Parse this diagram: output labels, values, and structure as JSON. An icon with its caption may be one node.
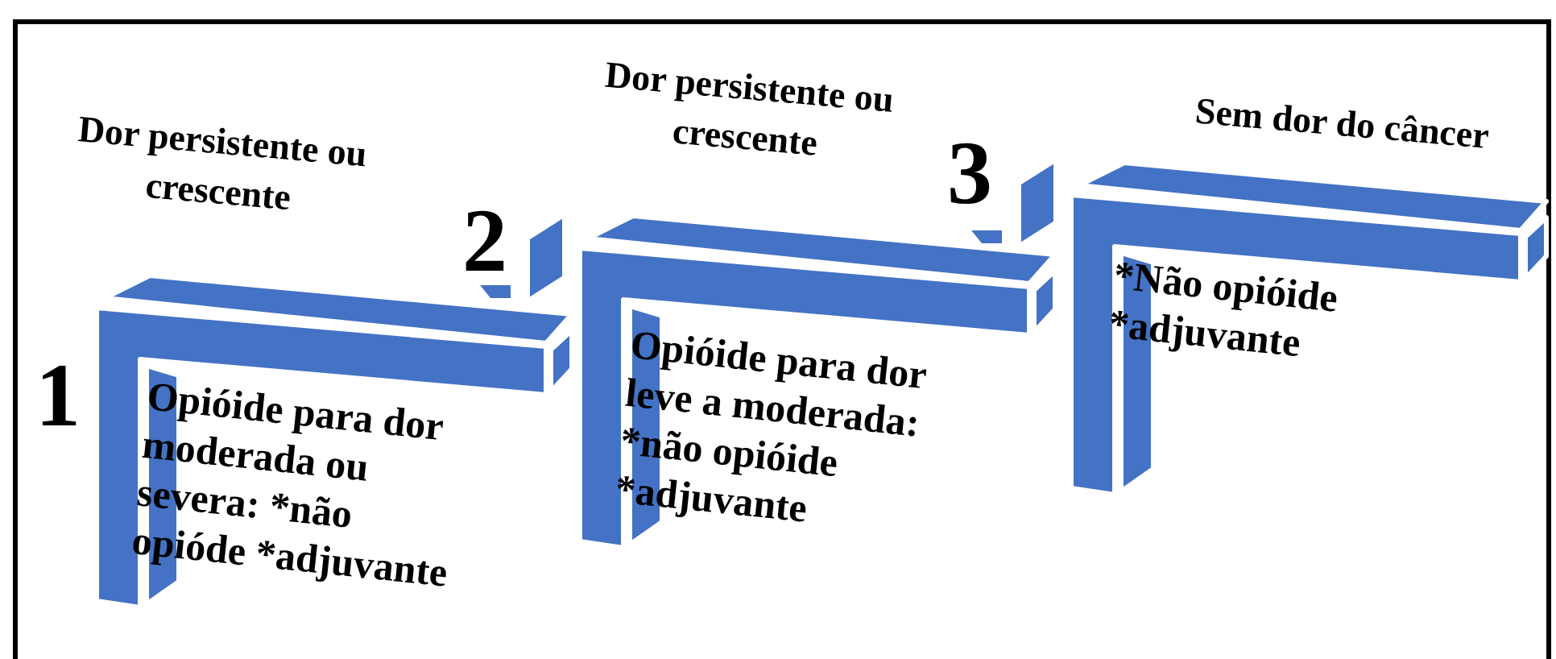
{
  "diagram": {
    "nodes": [
      {
        "text": [
          "Dor persistente ou crescente",
          "Opióide para dor moderada ou severa: *não opióde *adjuvante"
        ]
      },
      {
        "text": [
          "Dor persistente ou crescente",
          "Opióide para dor leve a moderada: *não opióide *adjuvante"
        ]
      },
      {
        "text": [
          "Sem dor do câncer",
          "*Não opióide *adjuvante"
        ]
      }
    ],
    "labels": [
      "1",
      "2",
      "3"
    ]
  }
}
